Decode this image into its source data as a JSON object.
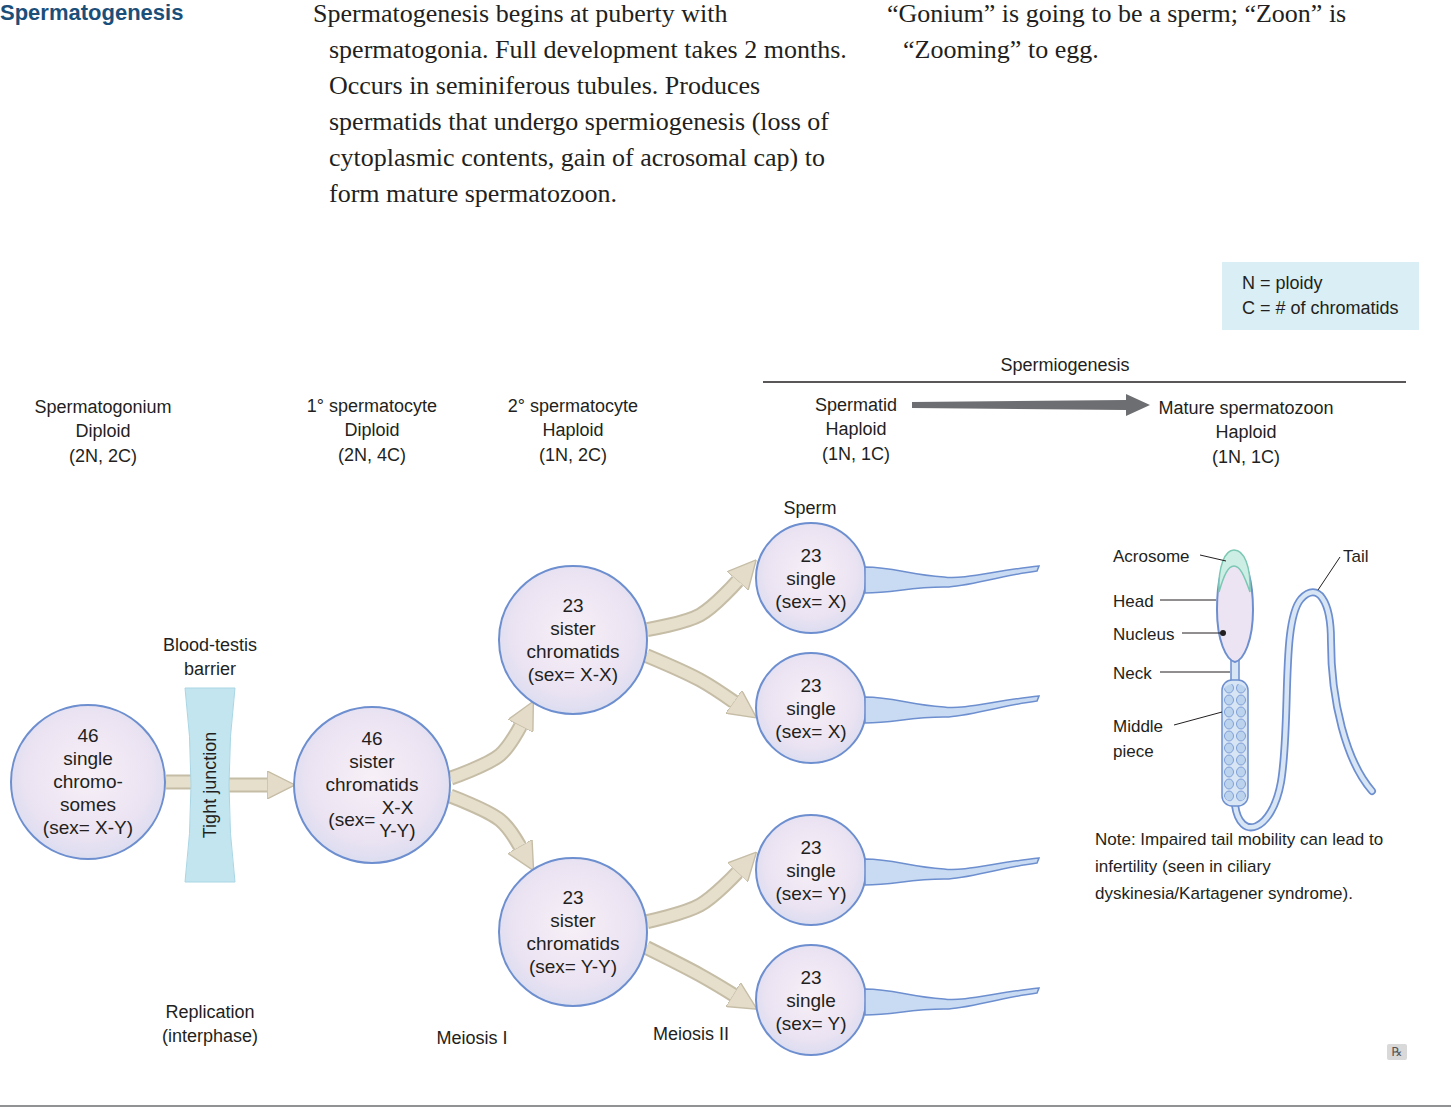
{
  "diagram": {
    "title": "Spermatogenesis",
    "nodes": [
      {
        "text": [
          "N = ploidy",
          "C = # of chromatids"
        ]
      },
      {
        "text": [
          "46",
          "single",
          "chromo-",
          "somes",
          "(sex= X-Y)"
        ]
      },
      {
        "text": [
          "Tight junction"
        ]
      },
      {
        "text": [
          "46",
          "sister",
          "chromatids",
          "(sex=",
          "X-X",
          "Y-Y)"
        ]
      },
      {
        "text": [
          "23",
          "sister",
          "chromatids",
          "(sex= X-X)"
        ]
      },
      {
        "text": [
          "23",
          "sister",
          "chromatids",
          "(sex= Y-Y)"
        ]
      },
      {
        "text": [
          "23",
          "single",
          "(sex= X)"
        ]
      },
      {
        "text": [
          "23",
          "single",
          "(sex= X)"
        ]
      },
      {
        "text": [
          "23",
          "single",
          "(sex= Y)"
        ]
      },
      {
        "text": [
          "23",
          "single",
          "(sex= Y)"
        ]
      }
    ],
    "edges": [
      {
        "from": 1,
        "to": 2,
        "arrow": "none"
      },
      {
        "from": 2,
        "to": 3,
        "arrow": "to"
      },
      {
        "from": 3,
        "to": 4,
        "arrow": "to"
      },
      {
        "from": 3,
        "to": 5,
        "arrow": "to"
      },
      {
        "from": 4,
        "to": 6,
        "arrow": "to"
      },
      {
        "from": 4,
        "to": 7,
        "arrow": "to"
      },
      {
        "from": 5,
        "to": 8,
        "arrow": "to"
      },
      {
        "from": 5,
        "to": 9,
        "arrow": "to"
      }
    ],
    "labels": [
      "Spermatogenesis begins at puberty with spermatogonia. Full development takes 2 months. Occurs in seminiferous tubules. Produces spermatids that undergo spermiogenesis (loss of cytoplasmic contents, gain of acrosomal cap) to form mature spermatozoon.",
      "“Gonium” is going to be a sperm; “Zoon” is “Zooming” to egg.",
      "Spermiogenesis",
      "Spermatogonium",
      "Diploid",
      "(2N, 2C)",
      "1° spermatocyte",
      "Diploid",
      "(2N, 4C)",
      "2° spermatocyte",
      "Haploid",
      "(1N, 2C)",
      "Spermatid",
      "Haploid",
      "(1N, 1C)",
      "Mature spermatozoon",
      "Haploid",
      "(1N, 1C)",
      "Blood-testis barrier",
      "Sperm",
      "Acrosome",
      "Head",
      "Nucleus",
      "Neck",
      "Middle piece",
      "Tail",
      "Note: Impaired tail mobility can lead to infertility (seen in ciliary dyskinesia/Kartagener syndrome).",
      "Replication (interphase)",
      "Meiosis I",
      "Meiosis II",
      "℞"
    ]
  }
}
